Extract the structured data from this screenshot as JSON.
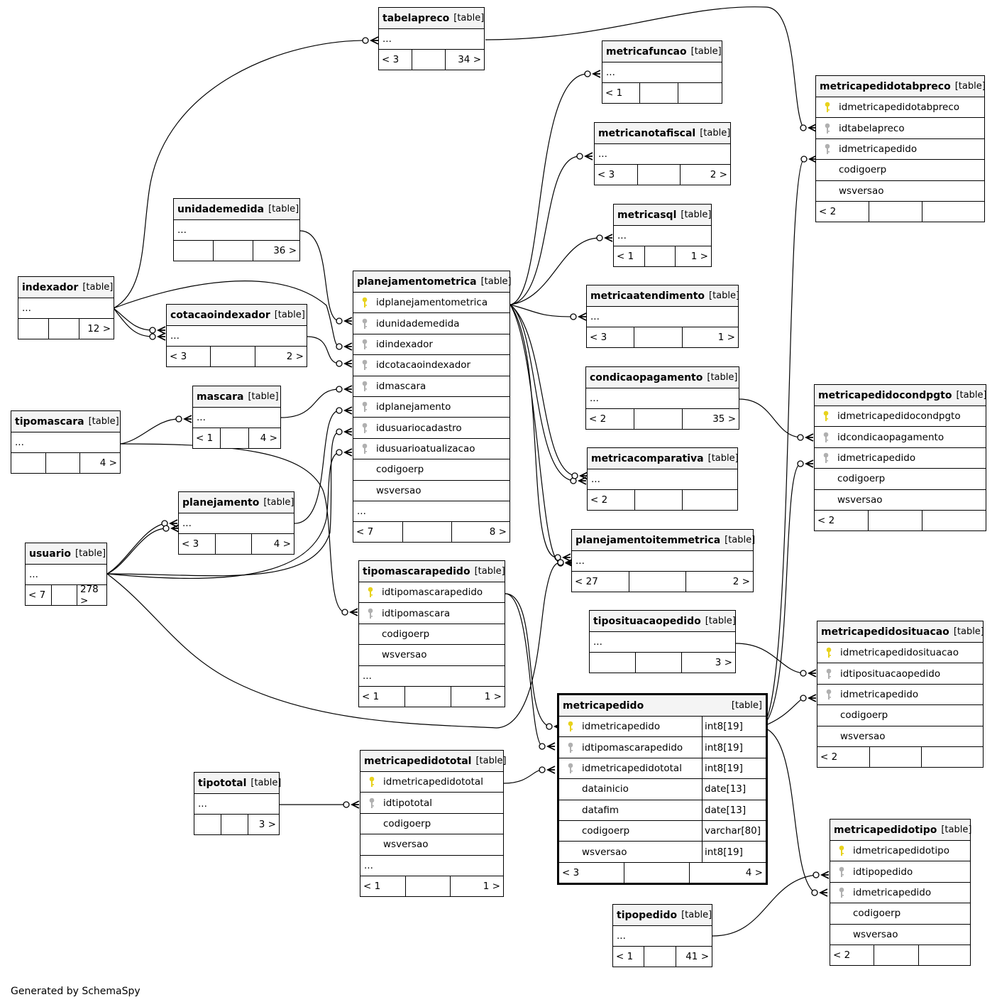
{
  "footer": "Generated by SchemaSpy",
  "tag": "[table]",
  "colors": {
    "pk_key": "#e8d21c",
    "fk_key": "#b0b0b0",
    "header_bg": "#f4f4f4",
    "line": "#000000"
  },
  "tables": [
    {
      "id": "tabelapreco",
      "name": "tabelapreco",
      "rows": [
        {
          "t": "ell",
          "name": "..."
        }
      ],
      "footer": [
        "< 3",
        "",
        "34 >"
      ]
    },
    {
      "id": "metricafuncao",
      "name": "metricafuncao",
      "rows": [
        {
          "t": "ell",
          "name": "..."
        }
      ],
      "footer": [
        "< 1",
        "",
        ""
      ]
    },
    {
      "id": "metricanotafiscal",
      "name": "metricanotafiscal",
      "rows": [
        {
          "t": "ell",
          "name": "..."
        }
      ],
      "footer": [
        "< 3",
        "",
        "2 >"
      ]
    },
    {
      "id": "metricasql",
      "name": "metricasql",
      "rows": [
        {
          "t": "ell",
          "name": "..."
        }
      ],
      "footer": [
        "< 1",
        "",
        "1 >"
      ]
    },
    {
      "id": "metricaatendimento",
      "name": "metricaatendimento",
      "rows": [
        {
          "t": "ell",
          "name": "..."
        }
      ],
      "footer": [
        "< 3",
        "",
        "1 >"
      ]
    },
    {
      "id": "condicaopagamento",
      "name": "condicaopagamento",
      "rows": [
        {
          "t": "ell",
          "name": "..."
        }
      ],
      "footer": [
        "< 2",
        "",
        "35 >"
      ]
    },
    {
      "id": "metricacomparativa",
      "name": "metricacomparativa",
      "rows": [
        {
          "t": "ell",
          "name": "..."
        }
      ],
      "footer": [
        "< 2",
        "",
        ""
      ]
    },
    {
      "id": "planejamentoitemmetrica",
      "name": "planejamentoitemmetrica",
      "rows": [
        {
          "t": "ell",
          "name": "..."
        }
      ],
      "footer": [
        "< 27",
        "",
        "2 >"
      ]
    },
    {
      "id": "tiposituacaopedido",
      "name": "tiposituacaopedido",
      "rows": [
        {
          "t": "ell",
          "name": "..."
        }
      ],
      "footer": [
        "",
        "",
        "3 >"
      ]
    },
    {
      "id": "unidademedida",
      "name": "unidademedida",
      "rows": [
        {
          "t": "ell",
          "name": "..."
        }
      ],
      "footer": [
        "",
        "",
        "36 >"
      ]
    },
    {
      "id": "indexador",
      "name": "indexador",
      "rows": [
        {
          "t": "ell",
          "name": "..."
        }
      ],
      "footer": [
        "",
        "",
        "12 >"
      ]
    },
    {
      "id": "cotacaoindexador",
      "name": "cotacaoindexador",
      "rows": [
        {
          "t": "ell",
          "name": "..."
        }
      ],
      "footer": [
        "< 3",
        "",
        "2 >"
      ]
    },
    {
      "id": "mascara",
      "name": "mascara",
      "rows": [
        {
          "t": "ell",
          "name": "..."
        }
      ],
      "footer": [
        "< 1",
        "",
        "4 >"
      ]
    },
    {
      "id": "tipomascara",
      "name": "tipomascara",
      "rows": [
        {
          "t": "ell",
          "name": "..."
        }
      ],
      "footer": [
        "",
        "",
        "4 >"
      ]
    },
    {
      "id": "planejamento",
      "name": "planejamento",
      "rows": [
        {
          "t": "ell",
          "name": "..."
        }
      ],
      "footer": [
        "< 3",
        "",
        "4 >"
      ]
    },
    {
      "id": "usuario",
      "name": "usuario",
      "rows": [
        {
          "t": "ell",
          "name": "..."
        }
      ],
      "footer": [
        "< 7",
        "",
        "278 >"
      ]
    },
    {
      "id": "tipototal",
      "name": "tipototal",
      "rows": [
        {
          "t": "ell",
          "name": "..."
        }
      ],
      "footer": [
        "",
        "",
        "3 >"
      ]
    },
    {
      "id": "tipopedido",
      "name": "tipopedido",
      "rows": [
        {
          "t": "ell",
          "name": "..."
        }
      ],
      "footer": [
        "< 1",
        "",
        "41 >"
      ]
    },
    {
      "id": "planejamentometrica",
      "name": "planejamentometrica",
      "rows": [
        {
          "t": "pk",
          "name": "idplanejamentometrica"
        },
        {
          "t": "fk",
          "name": "idunidademedida"
        },
        {
          "t": "fk",
          "name": "idindexador"
        },
        {
          "t": "fk",
          "name": "idcotacaoindexador"
        },
        {
          "t": "fk",
          "name": "idmascara"
        },
        {
          "t": "fk",
          "name": "idplanejamento"
        },
        {
          "t": "fk",
          "name": "idusuariocadastro"
        },
        {
          "t": "fk",
          "name": "idusuarioatualizacao"
        },
        {
          "t": "col",
          "name": "codigoerp"
        },
        {
          "t": "col",
          "name": "wsversao"
        },
        {
          "t": "ell",
          "name": "..."
        }
      ],
      "footer": [
        "< 7",
        "",
        "8 >"
      ]
    },
    {
      "id": "tipomascarapedido",
      "name": "tipomascarapedido",
      "rows": [
        {
          "t": "pk",
          "name": "idtipomascarapedido"
        },
        {
          "t": "fk",
          "name": "idtipomascara"
        },
        {
          "t": "col",
          "name": "codigoerp"
        },
        {
          "t": "col",
          "name": "wsversao"
        },
        {
          "t": "ell",
          "name": "..."
        }
      ],
      "footer": [
        "< 1",
        "",
        "1 >"
      ]
    },
    {
      "id": "metricapedidototal",
      "name": "metricapedidototal",
      "rows": [
        {
          "t": "pk",
          "name": "idmetricapedidototal"
        },
        {
          "t": "fk",
          "name": "idtipototal"
        },
        {
          "t": "col",
          "name": "codigoerp"
        },
        {
          "t": "col",
          "name": "wsversao"
        },
        {
          "t": "ell",
          "name": "..."
        }
      ],
      "footer": [
        "< 1",
        "",
        "1 >"
      ]
    },
    {
      "id": "metricapedido",
      "name": "metricapedido",
      "rows": [
        {
          "t": "pk",
          "name": "idmetricapedido",
          "type": "int8[19]"
        },
        {
          "t": "fk",
          "name": "idtipomascarapedido",
          "type": "int8[19]"
        },
        {
          "t": "fk",
          "name": "idmetricapedidototal",
          "type": "int8[19]"
        },
        {
          "t": "col",
          "name": "datainicio",
          "type": "date[13]"
        },
        {
          "t": "col",
          "name": "datafim",
          "type": "date[13]"
        },
        {
          "t": "col",
          "name": "codigoerp",
          "type": "varchar[80]"
        },
        {
          "t": "col",
          "name": "wsversao",
          "type": "int8[19]"
        }
      ],
      "footer": [
        "< 3",
        "",
        "4 >"
      ]
    },
    {
      "id": "metricapedidotabpreco",
      "name": "metricapedidotabpreco",
      "rows": [
        {
          "t": "pk",
          "name": "idmetricapedidotabpreco"
        },
        {
          "t": "fk",
          "name": "idtabelapreco"
        },
        {
          "t": "fk",
          "name": "idmetricapedido"
        },
        {
          "t": "col",
          "name": "codigoerp"
        },
        {
          "t": "col",
          "name": "wsversao"
        }
      ],
      "footer": [
        "< 2",
        "",
        ""
      ]
    },
    {
      "id": "metricapedidocondpgto",
      "name": "metricapedidocondpgto",
      "rows": [
        {
          "t": "pk",
          "name": "idmetricapedidocondpgto"
        },
        {
          "t": "fk",
          "name": "idcondicaopagamento"
        },
        {
          "t": "fk",
          "name": "idmetricapedido"
        },
        {
          "t": "col",
          "name": "codigoerp"
        },
        {
          "t": "col",
          "name": "wsversao"
        }
      ],
      "footer": [
        "< 2",
        "",
        ""
      ]
    },
    {
      "id": "metricapedidosituacao",
      "name": "metricapedidosituacao",
      "rows": [
        {
          "t": "pk",
          "name": "idmetricapedidosituacao"
        },
        {
          "t": "fk",
          "name": "idtiposituacaopedido"
        },
        {
          "t": "fk",
          "name": "idmetricapedido"
        },
        {
          "t": "col",
          "name": "codigoerp"
        },
        {
          "t": "col",
          "name": "wsversao"
        }
      ],
      "footer": [
        "< 2",
        "",
        ""
      ]
    },
    {
      "id": "metricapedidotipo",
      "name": "metricapedidotipo",
      "rows": [
        {
          "t": "pk",
          "name": "idmetricapedidotipo"
        },
        {
          "t": "fk",
          "name": "idtipopedido"
        },
        {
          "t": "fk",
          "name": "idmetricapedido"
        },
        {
          "t": "col",
          "name": "codigoerp"
        },
        {
          "t": "col",
          "name": "wsversao"
        }
      ],
      "footer": [
        "< 2",
        "",
        ""
      ]
    }
  ]
}
